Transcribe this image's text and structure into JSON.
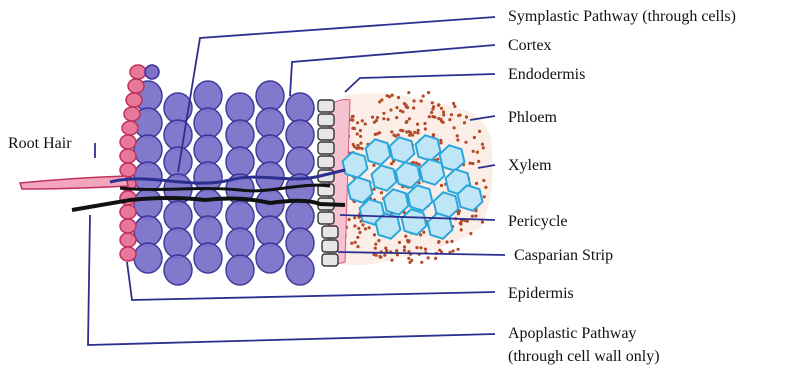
{
  "labels": {
    "symplastic": "Symplastic Pathway (through cells)",
    "cortex": "Cortex",
    "endodermis": "Endodermis",
    "phloem": "Phloem",
    "root_hair": "Root Hair",
    "xylem": "Xylem",
    "pericycle": "Pericycle",
    "casparian": "Casparian Strip",
    "epidermis": "Epidermis",
    "apoplastic_line1": "Apoplastic Pathway",
    "apoplastic_line2": "(through cell wall only)"
  },
  "colors": {
    "leader_line": "#2b2f8f",
    "cortex_fill": "#7b72c9",
    "cortex_stroke": "#3c2f97",
    "epidermis_fill": "#e8789a",
    "epidermis_stroke": "#c0305a",
    "xylem_fill": "#bfe6f7",
    "xylem_stroke": "#2aa6dc",
    "phloem_dots": "#b24a2b",
    "pathway_line": "#111111"
  }
}
